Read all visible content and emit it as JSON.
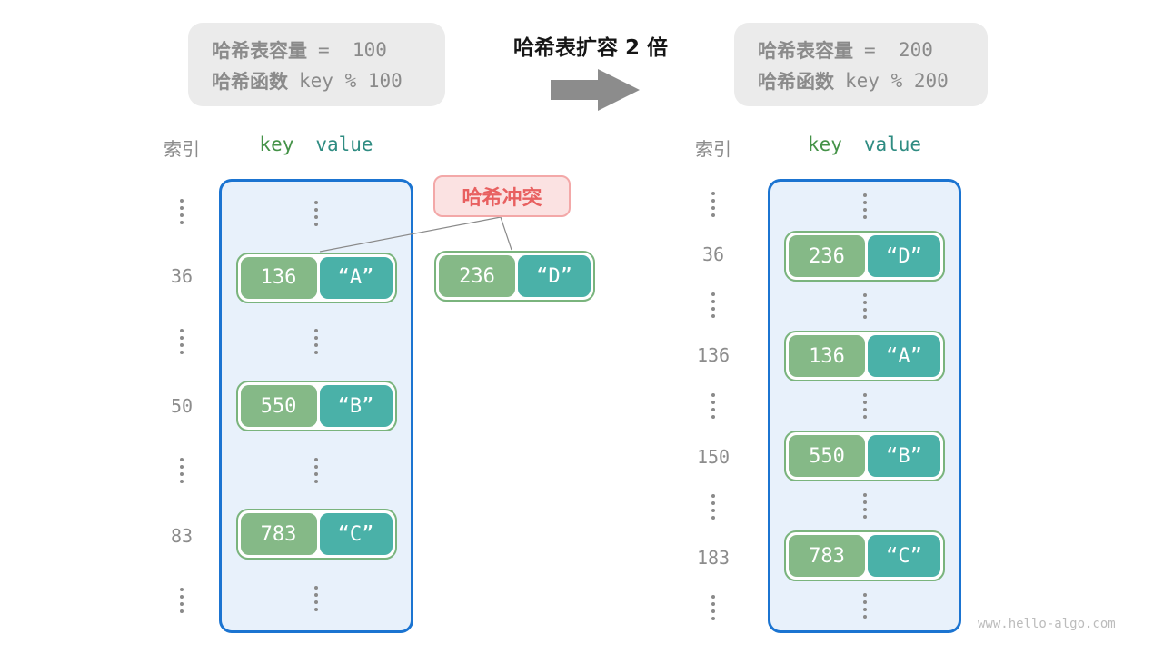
{
  "info_left": {
    "capacity_label": "哈希表容量",
    "capacity_value": "=  100",
    "hash_label": "哈希函数",
    "hash_value": "key % 100"
  },
  "info_right": {
    "capacity_label": "哈希表容量",
    "capacity_value": "=  200",
    "hash_label": "哈希函数",
    "hash_value": "key % 200"
  },
  "transition": {
    "title": "哈希表扩容 2 倍",
    "arrow_icon": "right-arrow"
  },
  "collision_label": "哈希冲突",
  "headers": {
    "index": "索引",
    "key": "key",
    "value": "value"
  },
  "left_table": {
    "rows": [
      {
        "type": "dots"
      },
      {
        "type": "pair",
        "index": "36",
        "key": "136",
        "value": "“A”"
      },
      {
        "type": "dots"
      },
      {
        "type": "pair",
        "index": "50",
        "key": "550",
        "value": "“B”"
      },
      {
        "type": "dots"
      },
      {
        "type": "pair",
        "index": "83",
        "key": "783",
        "value": "“C”"
      },
      {
        "type": "dots"
      }
    ]
  },
  "outside_pair": {
    "key": "236",
    "value": "“D”"
  },
  "right_table": {
    "rows": [
      {
        "type": "dots"
      },
      {
        "type": "pair",
        "index": "36",
        "key": "236",
        "value": "“D”"
      },
      {
        "type": "dots"
      },
      {
        "type": "pair",
        "index": "136",
        "key": "136",
        "value": "“A”"
      },
      {
        "type": "dots"
      },
      {
        "type": "pair",
        "index": "150",
        "key": "550",
        "value": "“B”"
      },
      {
        "type": "dots"
      },
      {
        "type": "pair",
        "index": "183",
        "key": "783",
        "value": "“C”"
      },
      {
        "type": "dots"
      }
    ]
  },
  "watermark": "www.hello-algo.com",
  "colors": {
    "key_cell": "#85b987",
    "value_cell": "#4ab1a8",
    "pair_border": "#7ab47d",
    "table_border": "#1b74d1",
    "table_bg": "#e8f1fb",
    "header_key": "#449247",
    "header_value": "#2f8c82",
    "collision_bg": "#fbe2e2",
    "collision_border": "#f3a8a8",
    "collision_text": "#e86060",
    "info_box_bg": "#ebebeb",
    "gray_text": "#8b8b8b",
    "arrow": "#8c8c8c"
  }
}
